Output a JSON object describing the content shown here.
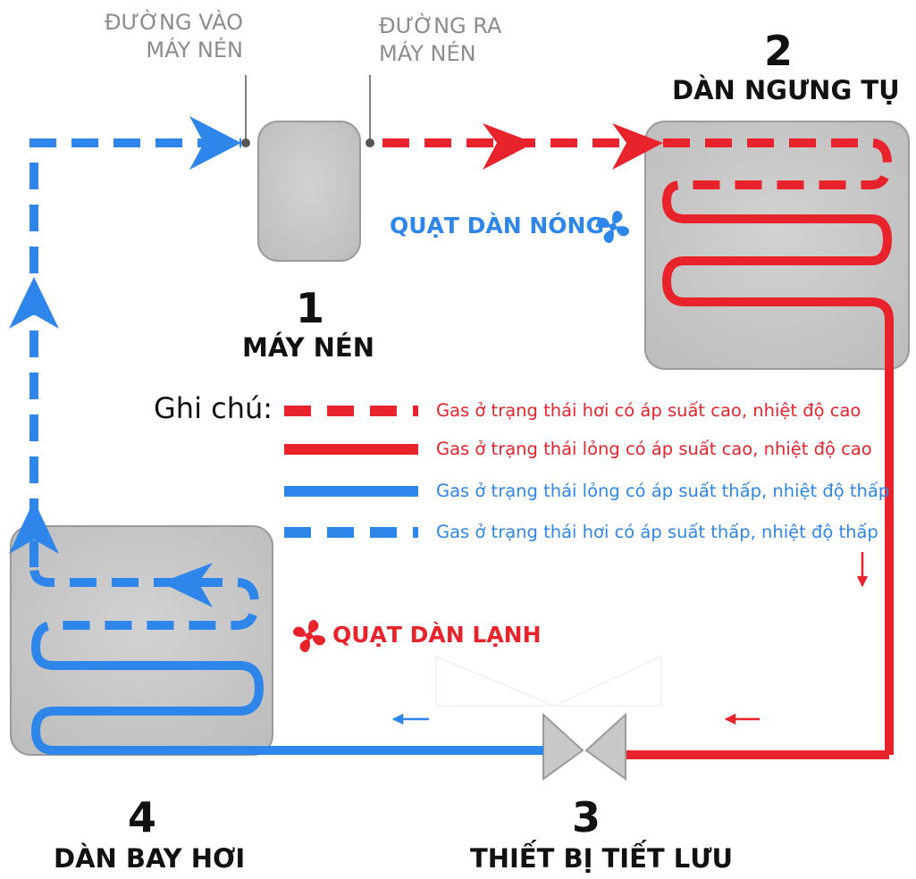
{
  "labels": {
    "compressor_inlet": "ĐƯỜNG VÀO\nMÁY NÉN",
    "compressor_outlet": "ĐƯỜNG RA\nMÁY NÉN",
    "compressor_num": "1",
    "compressor_name": "MÁY NÉN",
    "condenser_num": "2",
    "condenser_name": "DÀN NGƯNG TỤ",
    "expansion_num": "3",
    "expansion_name": "THIẾT BỊ TIẾT LƯU",
    "evaporator_num": "4",
    "evaporator_name": "DÀN BAY HƠI",
    "hot_fan": "QUẠT DÀN NÓNG",
    "cold_fan": "QUẠT DÀN LẠNH"
  },
  "legend": {
    "title": "Ghi chú:",
    "items": [
      {
        "text": "Gas ở trạng thái hơi có áp suất cao, nhiệt độ cao",
        "color": "#e8232b",
        "style": "dashed"
      },
      {
        "text": "Gas ở trạng thái lỏng có áp suất cao, nhiệt độ cao",
        "color": "#e8232b",
        "style": "solid"
      },
      {
        "text": "Gas ở trạng thái lỏng có áp suất thấp, nhiệt độ thấp",
        "color": "#2f86ea",
        "style": "solid"
      },
      {
        "text": "Gas ở trạng thái hơi có áp suất thấp, nhiệt độ thấp",
        "color": "#2f86ea",
        "style": "dashed"
      }
    ]
  },
  "colors": {
    "red": "#e8232b",
    "blue": "#2f86ea",
    "box_fill": "#c8c8c8",
    "box_stroke": "#9a9a9a"
  }
}
